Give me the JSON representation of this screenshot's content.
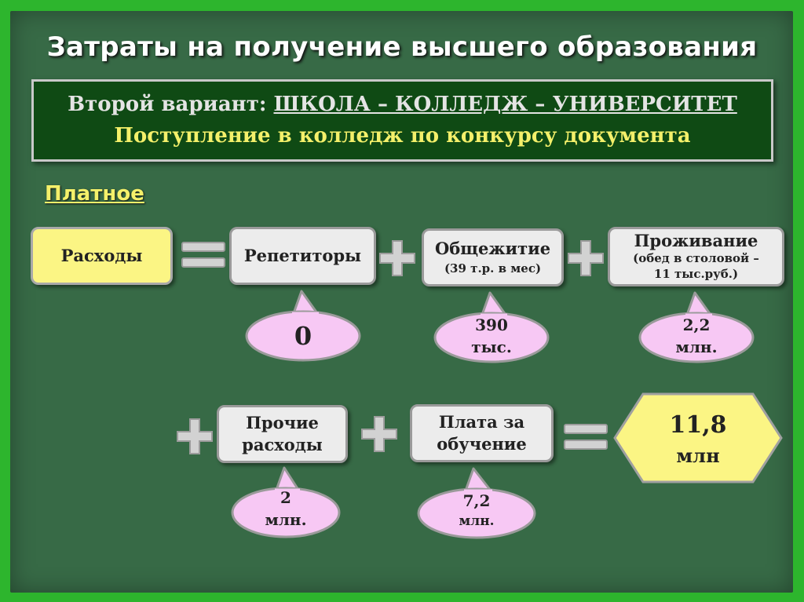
{
  "slide": {
    "title": "Затраты на получение высшего образования",
    "banner": {
      "variant_prefix": "Второй вариант: ",
      "variant_path": "ШКОЛА – КОЛЛЕДЖ – УНИВЕРСИТЕТ",
      "admission": "Поступление в колледж по конкурсу документа"
    },
    "section_label": "Платное",
    "boxes": {
      "expenses": "Расходы",
      "tutors": "Репетиторы",
      "dorm": "Общежитие",
      "dorm_note": "(39 т.р. в мес)",
      "living": "Проживание",
      "living_note_1": "(обед в столовой –",
      "living_note_2": "11 тыс.руб.)",
      "other_1": "Прочие",
      "other_2": "расходы",
      "tuition_1": "Плата за",
      "tuition_2": "обучение"
    },
    "values": {
      "tutors": "0",
      "dorm_1": "390",
      "dorm_2": "тыс.",
      "living_1": "2,2",
      "living_2": "млн.",
      "other_1": "2",
      "other_2": "млн.",
      "tuition_1": "7,2",
      "tuition_2": "млн."
    },
    "total": {
      "value": "11,8",
      "unit": "млн"
    }
  },
  "colors": {
    "frame": "#2db52d",
    "board": "#376a46",
    "banner_bg": "#0f4a14",
    "highlight_yellow": "#f4f06a",
    "box_yellow": "#fbf584",
    "box_grey": "#ececec",
    "bubble_pink": "#f7c8f4"
  }
}
